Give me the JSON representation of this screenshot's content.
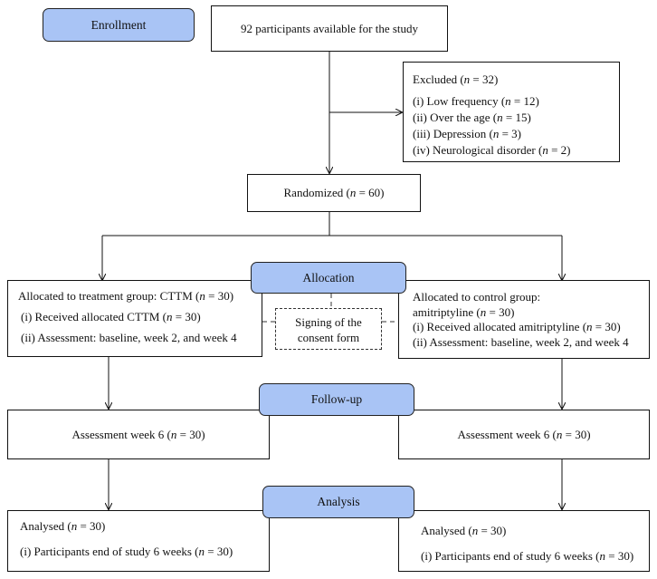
{
  "enrollment": {
    "stage_label": "Enrollment",
    "available": "92 participants available for the study"
  },
  "excluded": {
    "title_prefix": "Excluded (",
    "title_n": "n",
    "title_suffix": " = 32)",
    "items": [
      {
        "prefix": "(i) Low frequency (",
        "n": "n",
        "suffix": " = 12)"
      },
      {
        "prefix": "(ii) Over the age (",
        "n": "n",
        "suffix": " = 15)"
      },
      {
        "prefix": "(iii) Depression (",
        "n": "n",
        "suffix": " = 3)"
      },
      {
        "prefix": "(iv) Neurological disorder (",
        "n": "n",
        "suffix": " = 2)"
      }
    ]
  },
  "randomized": {
    "prefix": "Randomized (",
    "n": "n",
    "suffix": " = 60)"
  },
  "allocation": {
    "stage_label": "Allocation",
    "treatment": {
      "title": {
        "prefix": "Allocated to treatment group: CTTM (",
        "n": "n",
        "suffix": " = 30)"
      },
      "item1": {
        "prefix": "(i) Received allocated CTTM (",
        "n": "n",
        "suffix": " = 30)"
      },
      "item2": "(ii) Assessment: baseline, week 2, and week 4"
    },
    "control": {
      "title_line1": "Allocated to control group:",
      "title_line2": {
        "prefix": "amitriptyline (",
        "n": "n",
        "suffix": " = 30)"
      },
      "item1": {
        "prefix": "(i) Received allocated amitriptyline (",
        "n": "n",
        "suffix": " = 30)"
      },
      "item2": "(ii) Assessment: baseline, week 2, and week 4"
    },
    "consent_line1": "Signing of the",
    "consent_line2": "consent form"
  },
  "followup": {
    "stage_label": "Follow-up",
    "left": {
      "prefix": "Assessment week 6 (",
      "n": "n",
      "suffix": " = 30)"
    },
    "right": {
      "prefix": "Assessment week 6 (",
      "n": "n",
      "suffix": " = 30)"
    }
  },
  "analysis": {
    "stage_label": "Analysis",
    "left": {
      "title": {
        "prefix": "Analysed (",
        "n": "n",
        "suffix": " = 30)"
      },
      "item1": {
        "prefix": "(i) Participants end of study 6 weeks (",
        "n": "n",
        "suffix": " = 30)"
      }
    },
    "right": {
      "title": {
        "prefix": "Analysed (",
        "n": "n",
        "suffix": " = 30)"
      },
      "item1": {
        "prefix": "(i) Participants end of study 6 weeks (",
        "n": "n",
        "suffix": " = 30)"
      }
    }
  },
  "colors": {
    "stage_fill": "#a9c4f5",
    "line": "#111111"
  }
}
